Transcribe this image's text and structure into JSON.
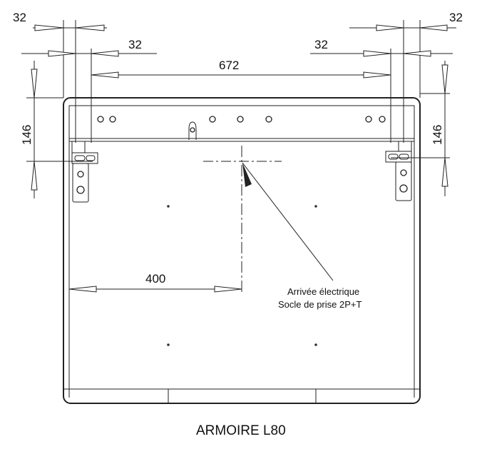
{
  "title": "ARMOIRE L80",
  "dimensions": {
    "top_left_32": "32",
    "left_second_32": "32",
    "top_right_32": "32",
    "right_second_32": "32",
    "width_672": "672",
    "height_left_146": "146",
    "height_right_146": "146",
    "offset_400": "400"
  },
  "annotation": {
    "line1": "Arrivée électrique",
    "line2": "Socle de prise 2P+T"
  }
}
